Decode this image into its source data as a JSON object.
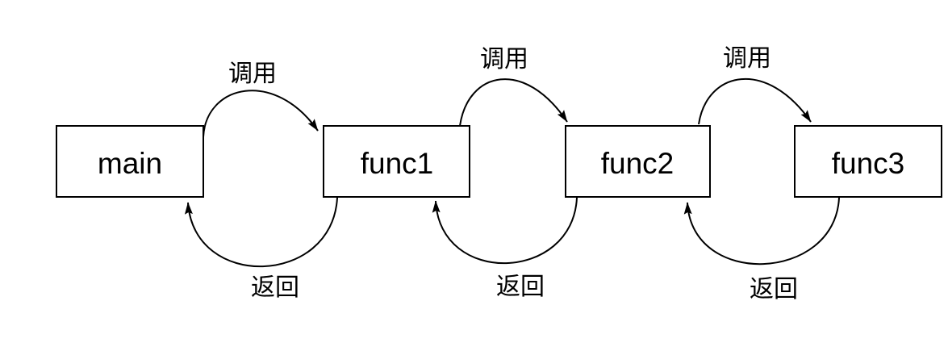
{
  "diagram": {
    "type": "flow",
    "colors": {
      "background": "#ffffff",
      "stroke": "#000000",
      "text": "#000000"
    },
    "nodes": [
      {
        "label": "main"
      },
      {
        "label": "func1"
      },
      {
        "label": "func2"
      },
      {
        "label": "func3"
      }
    ],
    "edges": [
      {
        "from": "main",
        "to": "func1",
        "kind": "call",
        "label": "调用"
      },
      {
        "from": "func1",
        "to": "func2",
        "kind": "call",
        "label": "调用"
      },
      {
        "from": "func2",
        "to": "func3",
        "kind": "call",
        "label": "调用"
      },
      {
        "from": "func1",
        "to": "main",
        "kind": "return",
        "label": "返回"
      },
      {
        "from": "func2",
        "to": "func1",
        "kind": "return",
        "label": "返回"
      },
      {
        "from": "func3",
        "to": "func2",
        "kind": "return",
        "label": "返回"
      }
    ]
  }
}
